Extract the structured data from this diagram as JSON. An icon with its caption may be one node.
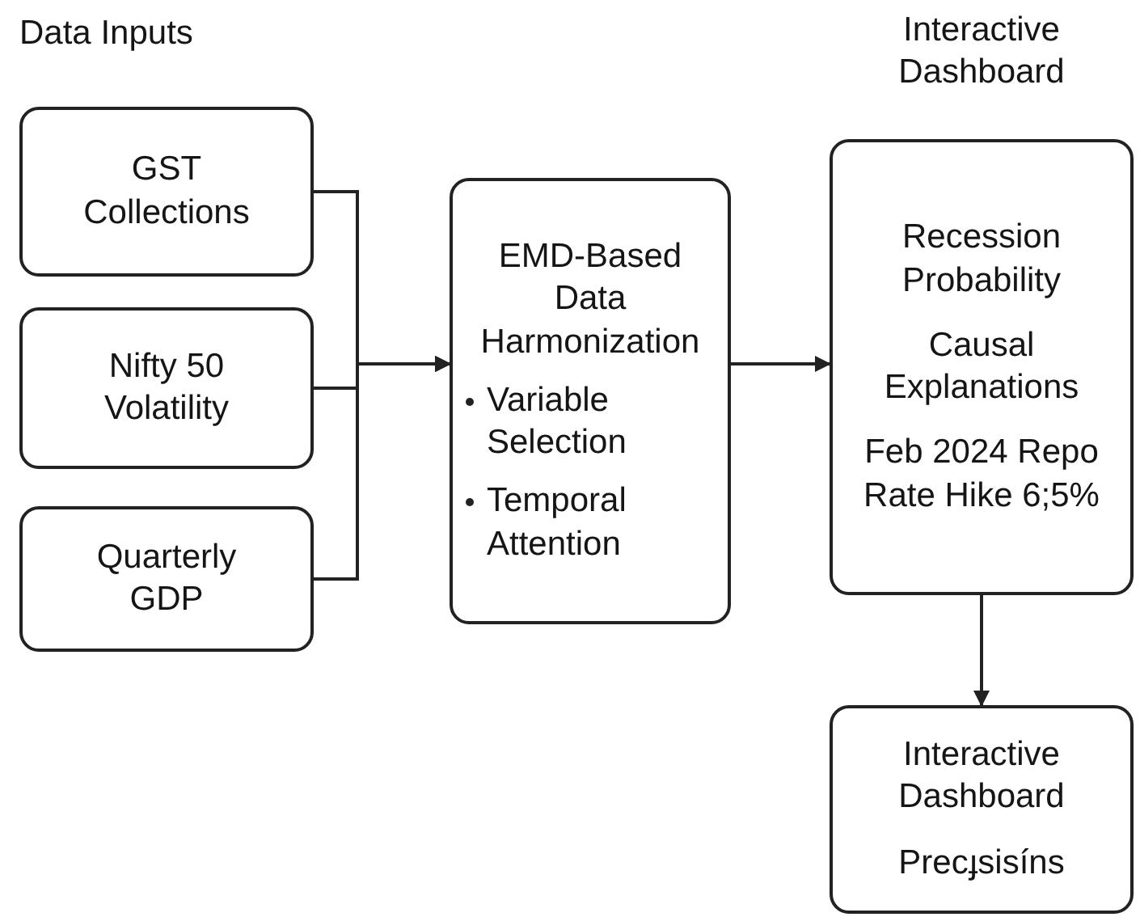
{
  "diagram": {
    "nodes": [
      {
        "text": [
          "GST Collections"
        ]
      },
      {
        "text": [
          "Nifty 50 Volatility"
        ]
      },
      {
        "text": [
          "Quarterly GDP"
        ]
      },
      {
        "text": [
          "EMD-Based Data Harmonization",
          "Variable Selection",
          "Temporal Attention"
        ]
      },
      {
        "text": [
          "Interactive Dashboard",
          "Recession Probability",
          "Causal Explanations",
          "Feb 2024 Repo Rate Hike 6;5%"
        ]
      },
      {
        "text": [
          "Interactive Dashboard",
          "Precɟsisíns"
        ]
      }
    ],
    "edges": [
      {
        "from": 0,
        "to": 3,
        "arrow": "to"
      },
      {
        "from": 1,
        "to": 3,
        "arrow": "to"
      },
      {
        "from": 2,
        "to": 3,
        "arrow": "to"
      },
      {
        "from": 3,
        "to": 4,
        "arrow": "to"
      },
      {
        "from": 4,
        "to": 5,
        "arrow": "to"
      }
    ],
    "labels": [
      "Data Inputs"
    ]
  }
}
